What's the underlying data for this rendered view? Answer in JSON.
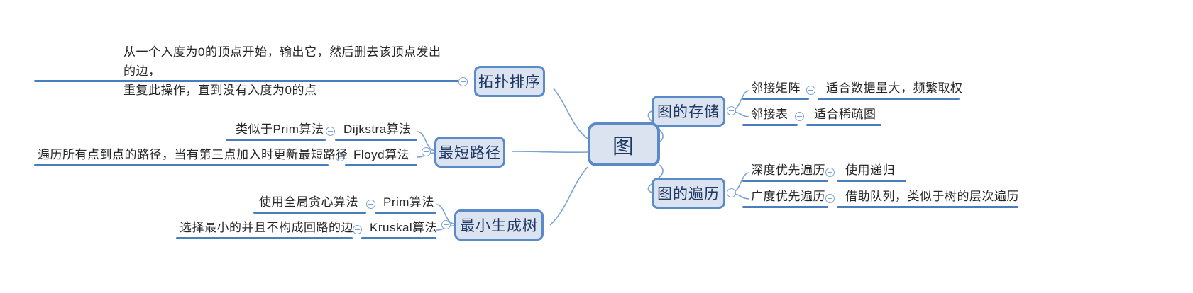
{
  "diagram": {
    "type": "mindmap",
    "title": "图",
    "root": {
      "label": "图"
    },
    "branches": [
      {
        "id": "topological-sort",
        "label": "拓扑排序",
        "side": "left",
        "note": "从一个入度为0的顶点开始，输出它，然后删去该顶点发出的边，\n重复此操作，直到没有入度为0的点"
      },
      {
        "id": "shortest-path",
        "label": "最短路径",
        "side": "left",
        "children": [
          {
            "label": "Dijkstra算法",
            "note": "类似于Prim算法"
          },
          {
            "label": "Floyd算法",
            "note": "遍历所有点到点的路径，当有第三点加入时更新最短路径"
          }
        ]
      },
      {
        "id": "minimum-spanning-tree",
        "label": "最小生成树",
        "side": "left",
        "children": [
          {
            "label": "Prim算法",
            "note": "使用全局贪心算法"
          },
          {
            "label": "Kruskal算法",
            "note": "选择最小的并且不构成回路的边"
          }
        ]
      },
      {
        "id": "graph-storage",
        "label": "图的存储",
        "side": "right",
        "children": [
          {
            "label": "邻接矩阵",
            "note": "适合数据量大，频繁取权"
          },
          {
            "label": "邻接表",
            "note": "适合稀疏图"
          }
        ]
      },
      {
        "id": "graph-traversal",
        "label": "图的遍历",
        "side": "right",
        "children": [
          {
            "label": "深度优先遍历",
            "note": "使用递归"
          },
          {
            "label": "广度优先遍历",
            "note": "借助队列，类似于树的层次遍历"
          }
        ]
      }
    ],
    "colors": {
      "node_fill": "#dce3f0",
      "node_border": "#5b8ac9",
      "node_text": "#1f3864",
      "edge": "#7ba2d4",
      "underline": "#4a7ebb",
      "leaf_text": "#262626",
      "background": "#ffffff"
    }
  }
}
